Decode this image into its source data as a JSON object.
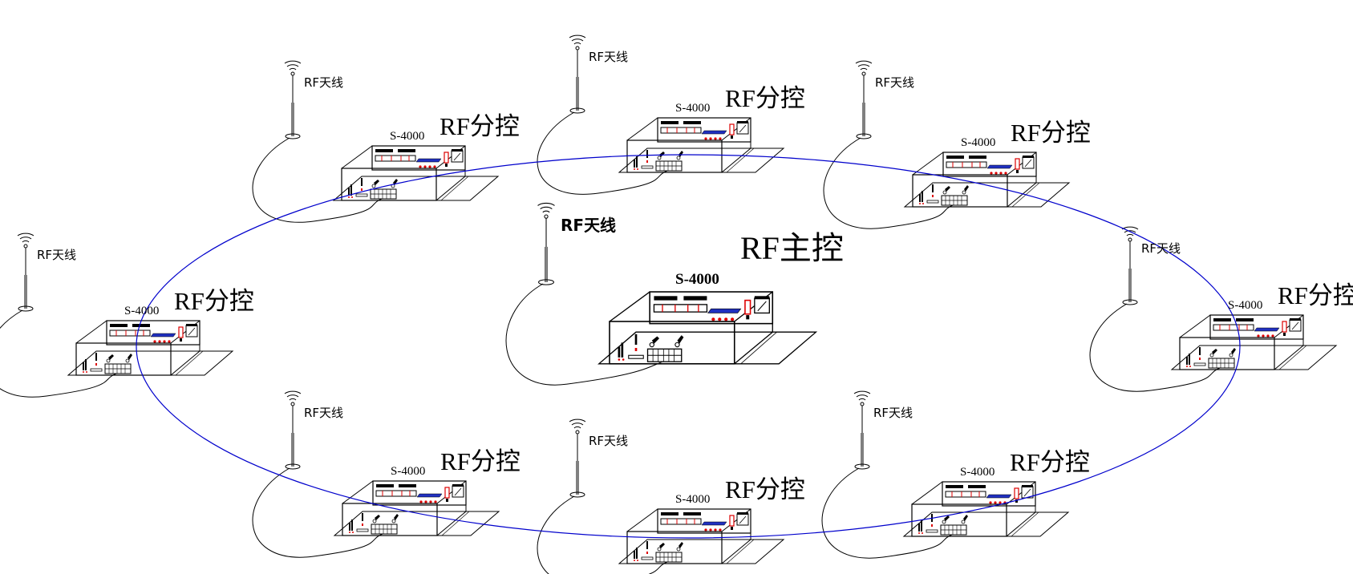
{
  "diagram": {
    "type": "rf-network-topology",
    "ring_color": "#0000cc",
    "cable_color": "#000000",
    "master": {
      "model": "S-4000",
      "role": "RF主控",
      "antenna_label": "RF天线"
    },
    "nodes": [
      {
        "id": "left",
        "model": "S-4000",
        "role": "RF分控",
        "antenna_label": "RF天线"
      },
      {
        "id": "top-left",
        "model": "S-4000",
        "role": "RF分控",
        "antenna_label": "RF天线"
      },
      {
        "id": "top-center",
        "model": "S-4000",
        "role": "RF分控",
        "antenna_label": "RF天线"
      },
      {
        "id": "top-right",
        "model": "S-4000",
        "role": "RF分控",
        "antenna_label": "RF天线"
      },
      {
        "id": "right",
        "model": "S-4000",
        "role": "RF分控",
        "antenna_label": "RF天线"
      },
      {
        "id": "bottom-right",
        "model": "S-4000",
        "role": "RF分控",
        "antenna_label": "RF天线"
      },
      {
        "id": "bottom-center",
        "model": "S-4000",
        "role": "RF分控",
        "antenna_label": "RF天线"
      },
      {
        "id": "bottom-left",
        "model": "S-4000",
        "role": "RF分控",
        "antenna_label": "RF天线"
      }
    ]
  }
}
